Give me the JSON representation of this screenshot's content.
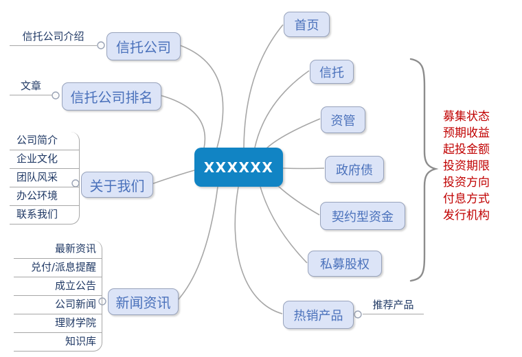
{
  "center_node": {
    "label": "XXXXXX"
  },
  "left_branches": {
    "trust_company": {
      "label": "信托公司",
      "note": "信托公司介绍"
    },
    "trust_ranking": {
      "label": "信托公司排名",
      "note": "文章"
    },
    "about_us": {
      "label": "关于我们",
      "children": [
        "公司简介",
        "企业文化",
        "团队风采",
        "办公环境",
        "联系我们"
      ]
    },
    "news": {
      "label": "新闻资讯",
      "children": [
        "最新资讯",
        "兑付/派息提醒",
        "成立公告",
        "公司新闻",
        "理财学院",
        "知识库"
      ]
    }
  },
  "right_branches": {
    "home": {
      "label": "首页"
    },
    "trust": {
      "label": "信托"
    },
    "asset_mgmt": {
      "label": "资管"
    },
    "gov_bond": {
      "label": "政府债"
    },
    "contract_fund": {
      "label": "契约型资金"
    },
    "private_equity": {
      "label": "私募股权"
    },
    "hot_products": {
      "label": "热销产品",
      "note": "推荐产品"
    }
  },
  "product_attributes": {
    "lines": [
      "募集状态",
      "预期收益",
      "起投金额",
      "投资期限",
      "投资方向",
      "付息方式",
      "发行机构"
    ]
  },
  "colors": {
    "center_bg": "#1184c4",
    "node_bg": "#dce4f7",
    "node_border": "#97a2bb",
    "node_text": "#4a71bb",
    "note_text": "#1f3864",
    "connector": "#a6a6a6",
    "annotation_text": "#c00000"
  }
}
